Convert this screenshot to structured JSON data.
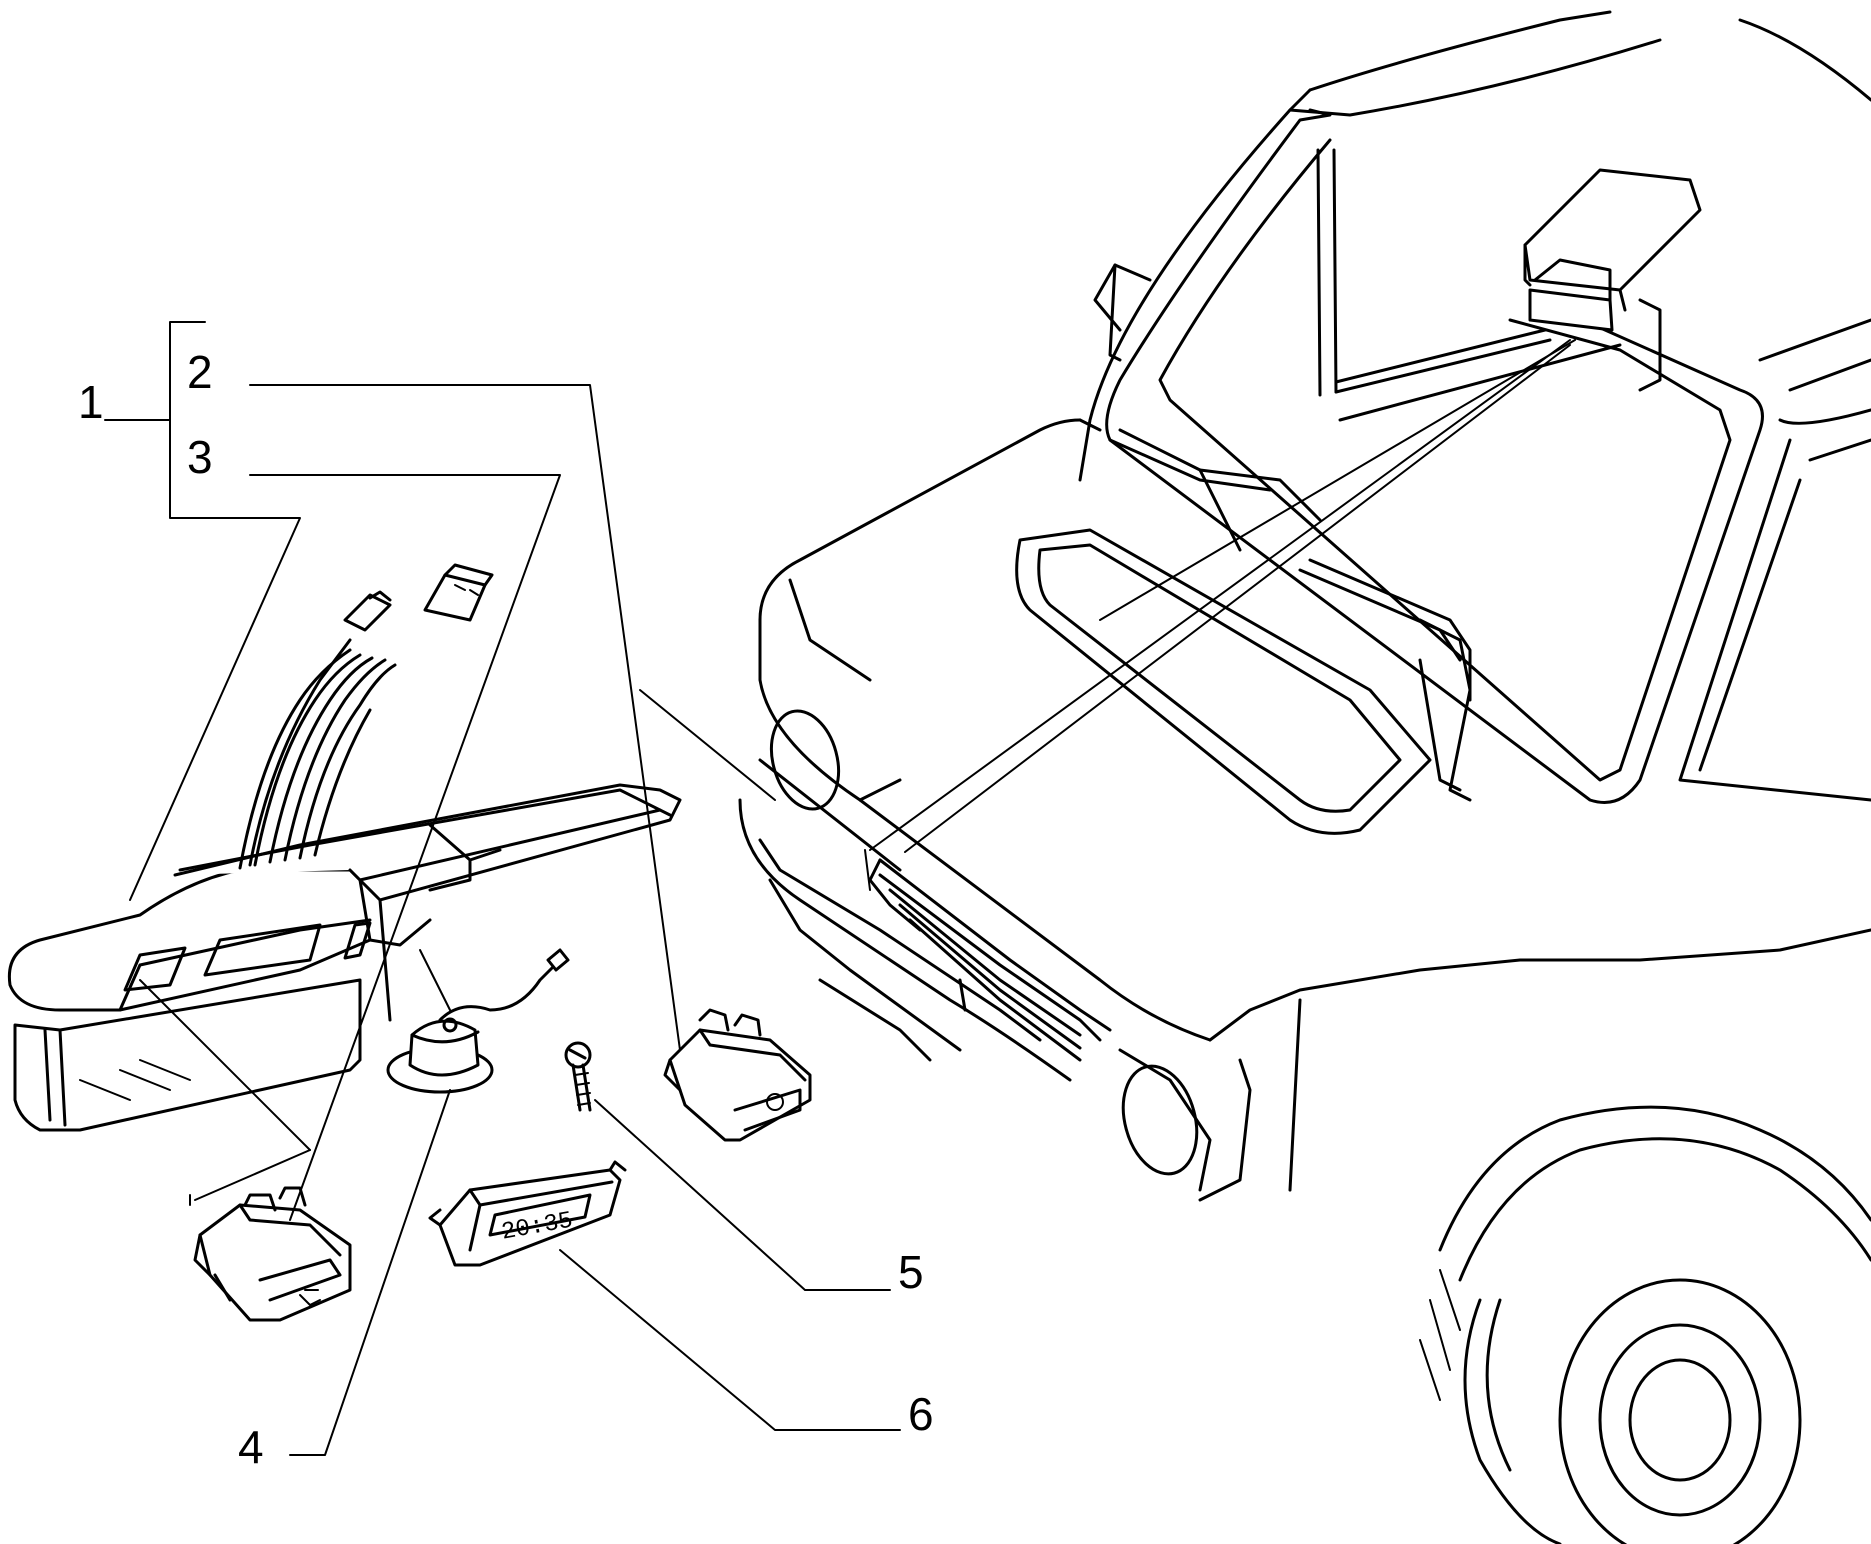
{
  "labels": {
    "p1": "1",
    "p2": "2",
    "p3": "3",
    "p4": "4",
    "p5": "5",
    "p6": "6"
  },
  "clock_display": "20:35"
}
